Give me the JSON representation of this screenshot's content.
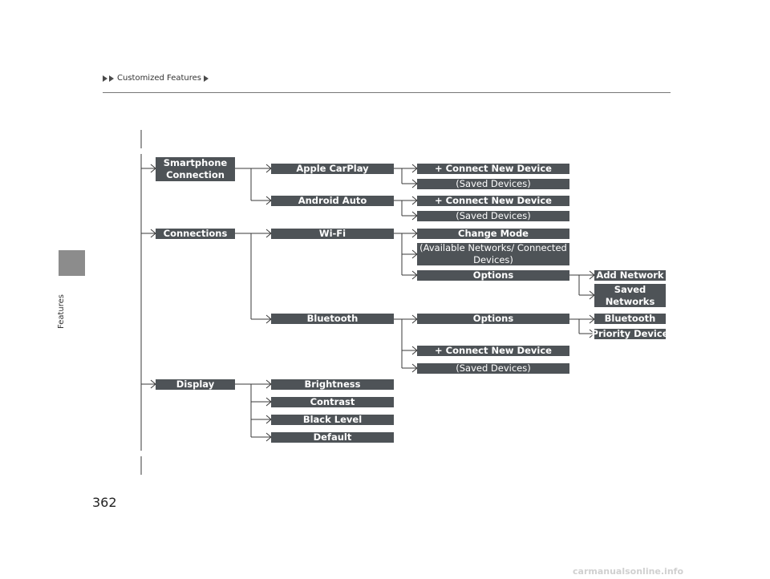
{
  "header": {
    "breadcrumb": "Customized Features"
  },
  "side": {
    "section": "Features"
  },
  "page_number": "362",
  "tree": {
    "smartphone": "Smartphone Connection",
    "apple_carplay": "Apple CarPlay",
    "android_auto": "Android Auto",
    "connect_new_device": "+ Connect New Device",
    "saved_devices": "(Saved Devices)",
    "connections": "Connections",
    "wifi": "Wi-Fi",
    "change_mode": "Change Mode",
    "available_networks": "(Available Networks/ Connected Devices)",
    "options": "Options",
    "add_network": "Add Network",
    "saved_networks": "Saved Networks",
    "bluetooth": "Bluetooth",
    "bluetooth_sub": "Bluetooth",
    "priority_device": "Priority Device",
    "display": "Display",
    "brightness": "Brightness",
    "contrast": "Contrast",
    "black_level": "Black Level",
    "default": "Default"
  },
  "footer": {
    "watermark": "carmanualsonline.info"
  }
}
